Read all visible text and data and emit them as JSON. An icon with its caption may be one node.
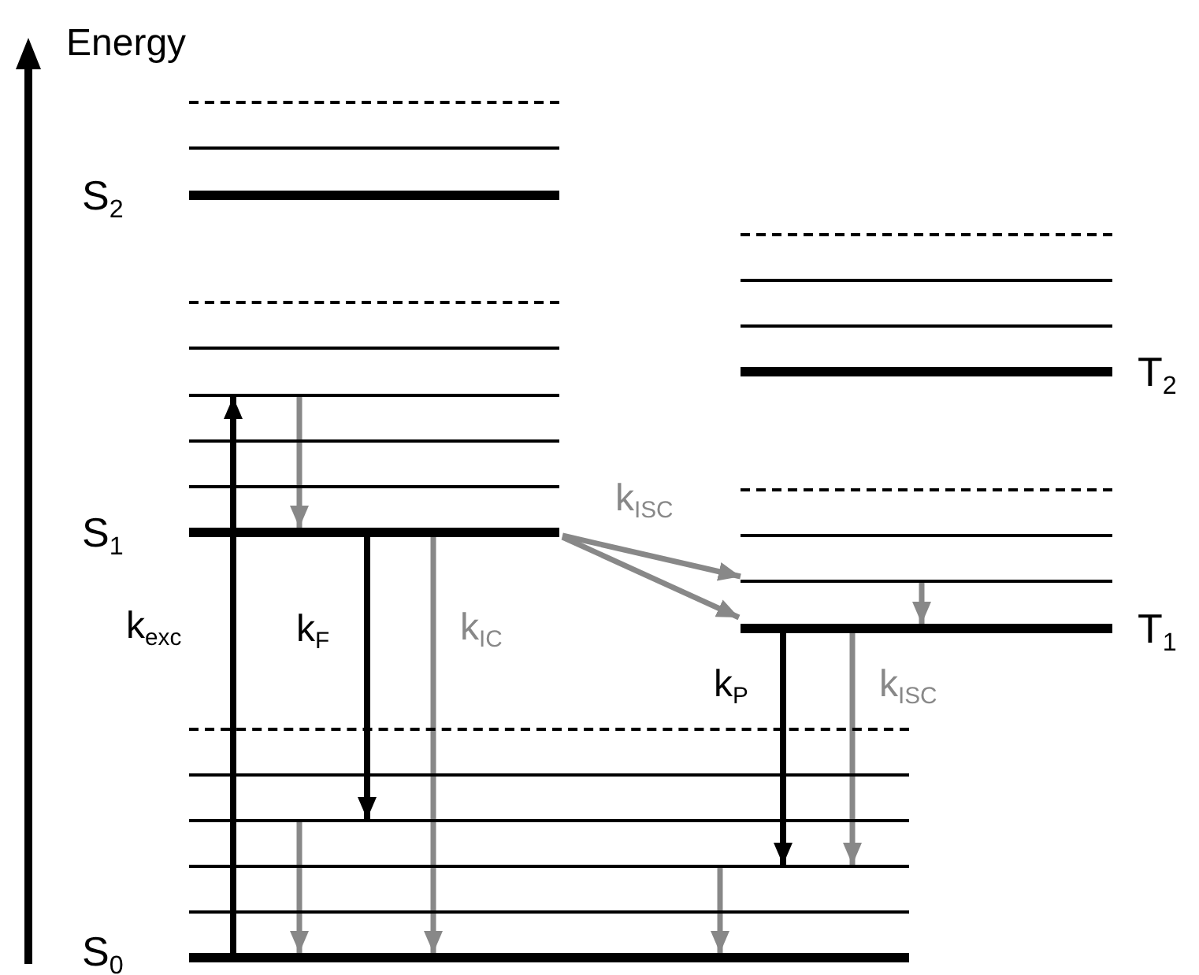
{
  "diagram": {
    "nodes": [
      {
        "text": [],
        "shape": "bar"
      },
      {
        "text": [],
        "shape": "bar"
      },
      {
        "text": [],
        "shape": "bar",
        "beside": [
          "S$_{2}$"
        ]
      },
      {
        "text": [],
        "shape": "bar"
      },
      {
        "text": [],
        "shape": "bar"
      },
      {
        "text": [],
        "shape": "bar"
      },
      {
        "text": [],
        "shape": "bar"
      },
      {
        "text": [],
        "shape": "bar"
      },
      {
        "text": [],
        "shape": "bar",
        "beside": [
          "S$_{1}$"
        ]
      },
      {
        "text": [],
        "shape": "bar"
      },
      {
        "text": [],
        "shape": "bar"
      },
      {
        "text": [],
        "shape": "bar"
      },
      {
        "text": [],
        "shape": "bar",
        "beside": [
          "T$_{2}$"
        ]
      },
      {
        "text": [],
        "shape": "bar"
      },
      {
        "text": [],
        "shape": "bar"
      },
      {
        "text": [],
        "shape": "bar"
      },
      {
        "text": [],
        "shape": "bar",
        "beside": [
          "T$_{1}$"
        ]
      },
      {
        "text": [],
        "shape": "bar"
      },
      {
        "text": [],
        "shape": "bar"
      },
      {
        "text": [],
        "shape": "bar"
      },
      {
        "text": [],
        "shape": "bar"
      },
      {
        "text": [],
        "shape": "bar"
      },
      {
        "text": [],
        "shape": "bar",
        "beside": [
          "S$_{0}$"
        ]
      }
    ],
    "edges": [
      {
        "from": 22,
        "to": 5,
        "arrow": "to",
        "label": "k$_{exc}$",
        "color": "#000000"
      },
      {
        "from": 5,
        "to": 8,
        "arrow": "to"
      },
      {
        "from": 8,
        "to": 19,
        "arrow": "to",
        "label": "k$_{F}$",
        "color": "#000000"
      },
      {
        "from": 8,
        "to": 22,
        "arrow": "to",
        "label": "k$_{IC}$"
      },
      {
        "from": 8,
        "to": 15,
        "arrow": "to",
        "label": "k$_{ISC}$"
      },
      {
        "from": 8,
        "to": 16,
        "arrow": "to"
      },
      {
        "from": 15,
        "to": 16,
        "arrow": "to"
      },
      {
        "from": 16,
        "to": 20,
        "arrow": "to",
        "label": "k$_{P}$",
        "color": "#000000"
      },
      {
        "from": 16,
        "to": 20,
        "arrow": "to",
        "label": "k$_{ISC}$"
      },
      {
        "from": 19,
        "to": 22,
        "arrow": "to"
      },
      {
        "from": 20,
        "to": 22,
        "arrow": "to"
      }
    ],
    "labels": [
      "Energy"
    ]
  }
}
